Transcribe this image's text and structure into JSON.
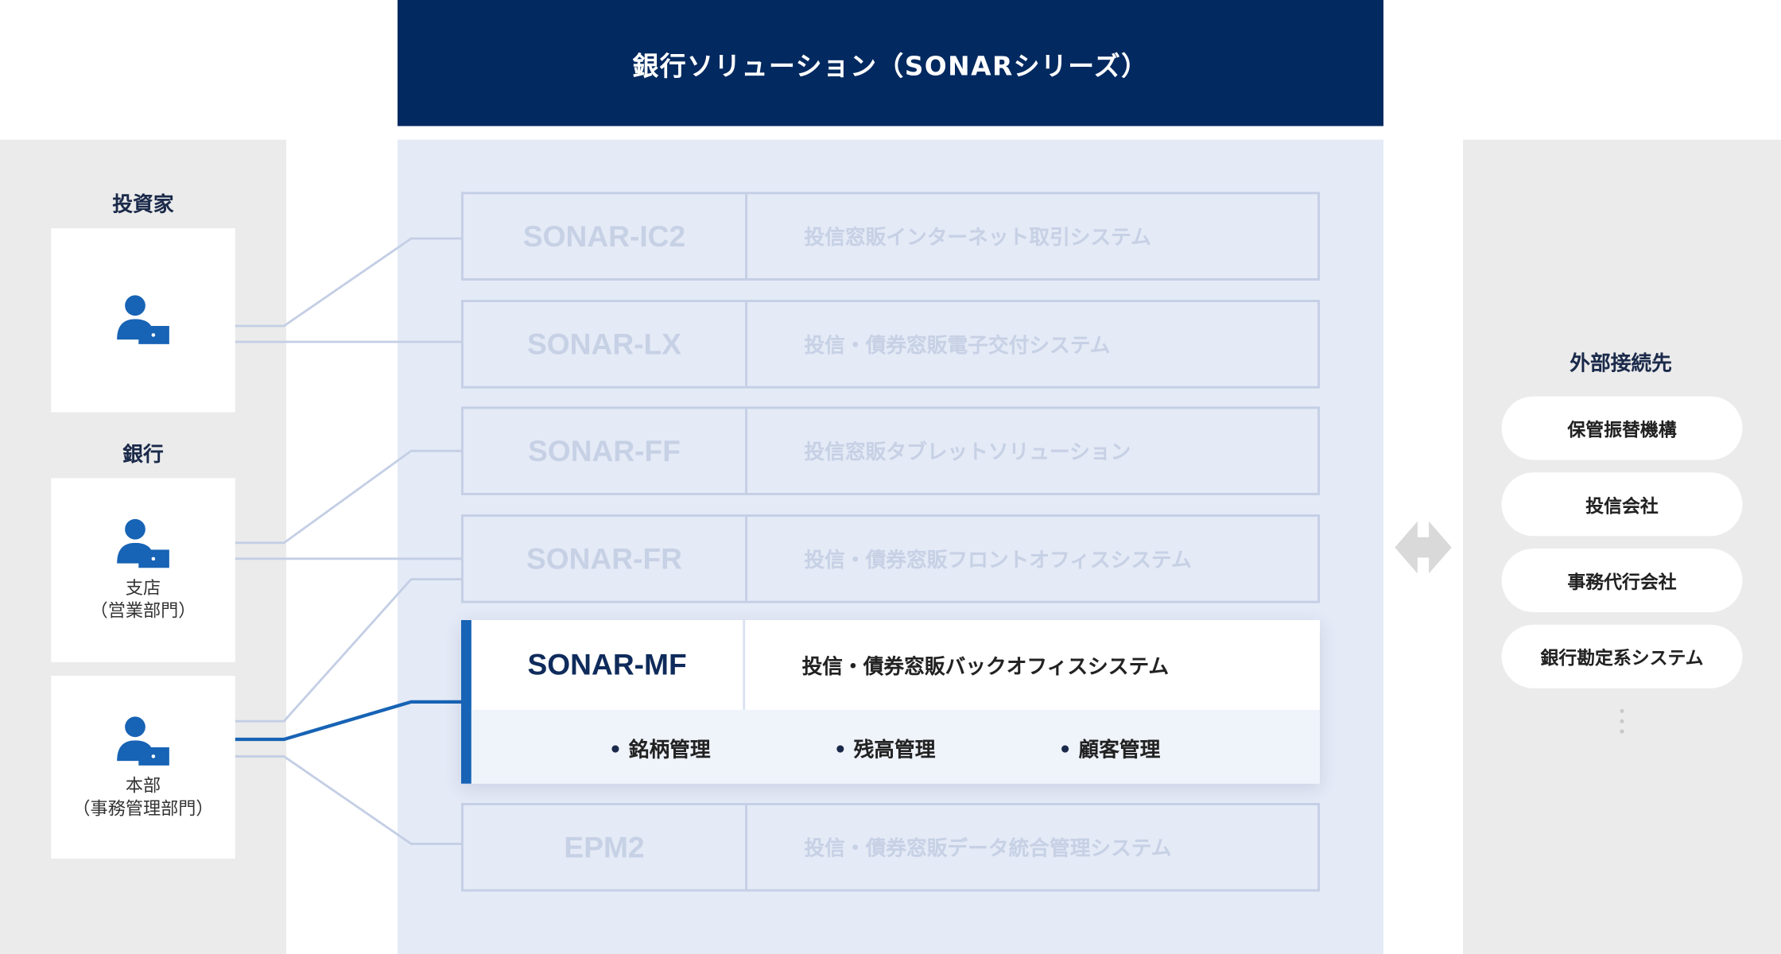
{
  "header": {
    "title": "銀行ソリューション（SONARシリーズ）"
  },
  "left": {
    "investor_label": "投資家",
    "bank_label": "銀行",
    "branch_caption": "支店\n（営業部門）",
    "hq_caption": "本部\n（事務管理部門）"
  },
  "products": [
    {
      "name": "SONAR-IC2",
      "desc": "投信窓販インターネット取引システム"
    },
    {
      "name": "SONAR-LX",
      "desc": "投信・債券窓販電子交付システム"
    },
    {
      "name": "SONAR-FF",
      "desc": "投信窓販タブレットソリューション"
    },
    {
      "name": "SONAR-FR",
      "desc": "投信・債券窓販フロントオフィスシステム"
    },
    {
      "name": "EPM2",
      "desc": "投信・債券窓販データ統合管理システム"
    }
  ],
  "active": {
    "name": "SONAR-MF",
    "desc": "投信・債券窓販バックオフィスシステム",
    "features": [
      "銘柄管理",
      "残高管理",
      "顧客管理"
    ]
  },
  "external": {
    "title": "外部接続先",
    "items": [
      "保管振替機構",
      "投信会社",
      "事務代行会社",
      "銀行勘定系システム"
    ]
  },
  "colors": {
    "navy": "#022960",
    "accent_blue": "#1763b5",
    "faded_line": "#c4cfe5",
    "icon_blue": "#1763b5"
  }
}
